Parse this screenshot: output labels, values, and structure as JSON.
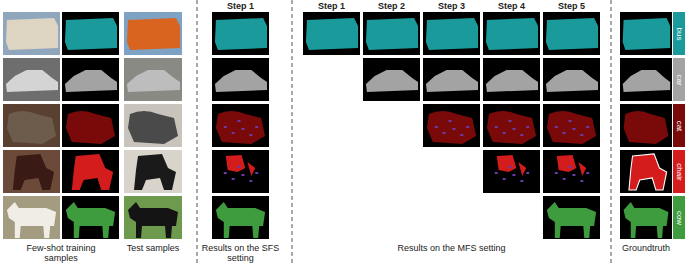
{
  "diagram": {
    "nodes": [
      {
        "text": [
          "bus"
        ]
      },
      {
        "text": [
          "car"
        ]
      },
      {
        "text": [
          "cat"
        ]
      },
      {
        "text": [
          "chair"
        ]
      },
      {
        "text": [
          "cow"
        ]
      }
    ],
    "labels": [
      "Step 1",
      "Step 1",
      "Step 2",
      "Step 3",
      "Step 4",
      "Step 5",
      "Few-shot training samples",
      "Test samples",
      "Results on the SFS setting",
      "Results on the MFS setting",
      "Groundtruth"
    ]
  }
}
